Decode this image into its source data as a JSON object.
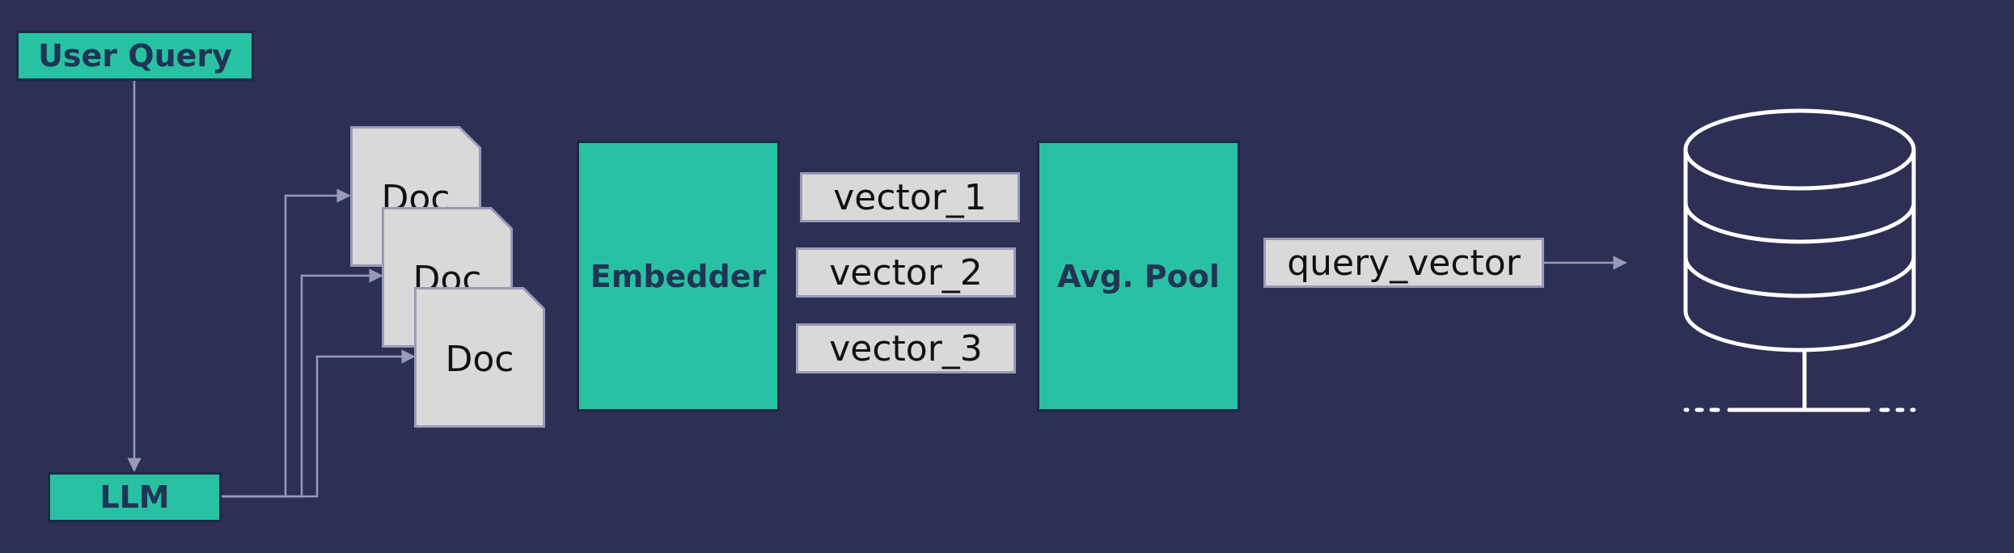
{
  "nodes": {
    "user_query": "User Query",
    "llm": "LLM",
    "embedder": "Embedder",
    "avg_pool": "Avg. Pool"
  },
  "documents": [
    "Doc",
    "Doc",
    "Doc"
  ],
  "vectors": [
    "vector_1",
    "vector_2",
    "vector_3"
  ],
  "output_vector": "query_vector",
  "icons": {
    "database": "database-icon"
  },
  "colors": {
    "background": "#2d2f55",
    "node_fill": "#29c1a3",
    "node_text": "#1f3556",
    "label_fill": "#d9d9d9",
    "connector": "#9a9ab8"
  }
}
